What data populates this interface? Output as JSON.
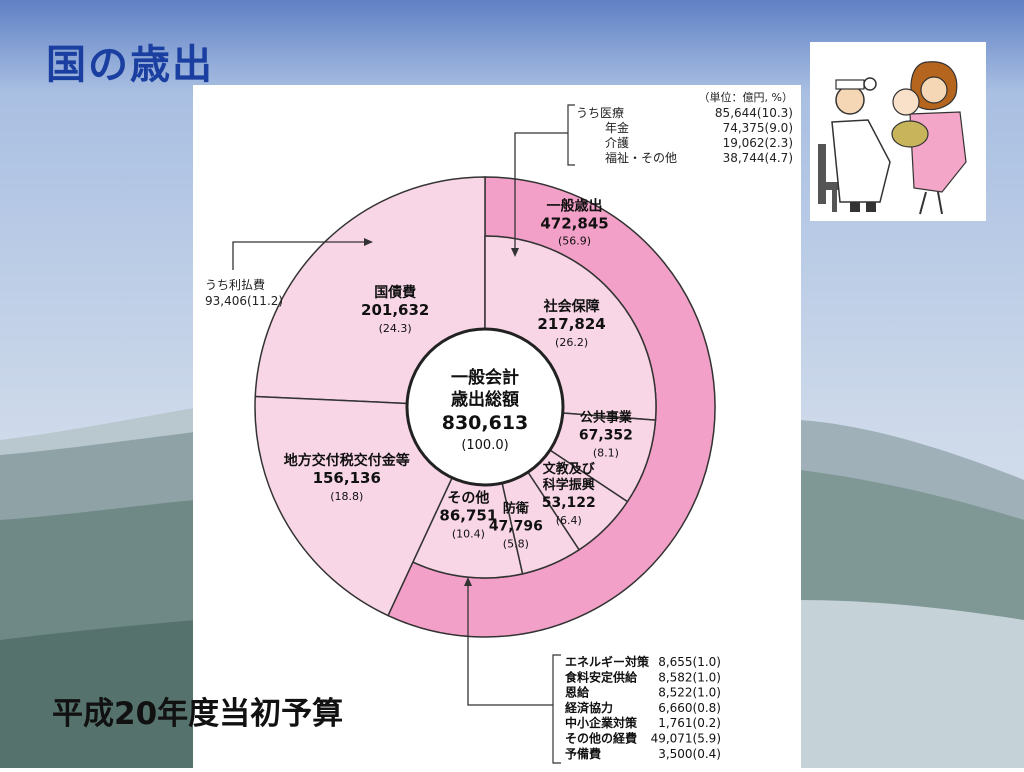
{
  "slide": {
    "title": "国の歳出",
    "subtitle": "平成20年度当初予算",
    "colors": {
      "title": "#1b3fa0",
      "ring": "#f3a0c8",
      "inner": "#f8d6e6",
      "stroke": "#333333"
    }
  },
  "chart_data": {
    "type": "pie",
    "unit_note": "（単位：億円, %）",
    "center": {
      "line1": "一般会計",
      "line2": "歳出総額",
      "value": "830,613",
      "pct": "(100.0)"
    },
    "slices": [
      {
        "label": "国債費",
        "value": 201632,
        "value_text": "201,632",
        "pct_text": "(24.3)"
      },
      {
        "label": "社会保障",
        "value": 217824,
        "value_text": "217,824",
        "pct_text": "(26.2)"
      },
      {
        "label": "公共事業",
        "value": 67352,
        "value_text": "67,352",
        "pct_text": "(8.1)"
      },
      {
        "label": "文教及び科学振興",
        "label_lines": [
          "文教及び",
          "科学振興"
        ],
        "value": 53122,
        "value_text": "53,122",
        "pct_text": "(6.4)"
      },
      {
        "label": "防衛",
        "value": 47796,
        "value_text": "47,796",
        "pct_text": "(5.8)"
      },
      {
        "label": "その他",
        "value": 86751,
        "value_text": "86,751",
        "pct_text": "(10.4)"
      },
      {
        "label": "地方交付税交付金等",
        "value": 156136,
        "value_text": "156,136",
        "pct_text": "(18.8)"
      }
    ],
    "outer_ring": {
      "label": "一般歳出",
      "value": 472845,
      "value_text": "472,845",
      "pct_text": "(56.9)"
    },
    "annotations": {
      "interest": {
        "label": "うち利払費",
        "value": 93406,
        "text": "93,406(11.2)"
      },
      "social_breakdown": [
        {
          "label": "うち医療",
          "value": 85644,
          "text": "85,644(10.3)"
        },
        {
          "label": "年金",
          "value": 74375,
          "text": "74,375(9.0)"
        },
        {
          "label": "介護",
          "value": 19062,
          "text": "19,062(2.3)"
        },
        {
          "label": "福祉・その他",
          "value": 38744,
          "text": "38,744(4.7)"
        }
      ],
      "other_breakdown": [
        {
          "label": "エネルギー対策",
          "value": 8655,
          "text": "8,655(1.0)"
        },
        {
          "label": "食料安定供給",
          "value": 8582,
          "text": "8,582(1.0)"
        },
        {
          "label": "恩給",
          "value": 8522,
          "text": "8,522(1.0)"
        },
        {
          "label": "経済協力",
          "value": 6660,
          "text": "6,660(0.8)"
        },
        {
          "label": "中小企業対策",
          "value": 1761,
          "text": "1,761(0.2)"
        },
        {
          "label": "その他の経費",
          "value": 49071,
          "text": "49,071(5.9)"
        },
        {
          "label": "予備費",
          "value": 3500,
          "text": "3,500(0.4)"
        }
      ]
    }
  }
}
